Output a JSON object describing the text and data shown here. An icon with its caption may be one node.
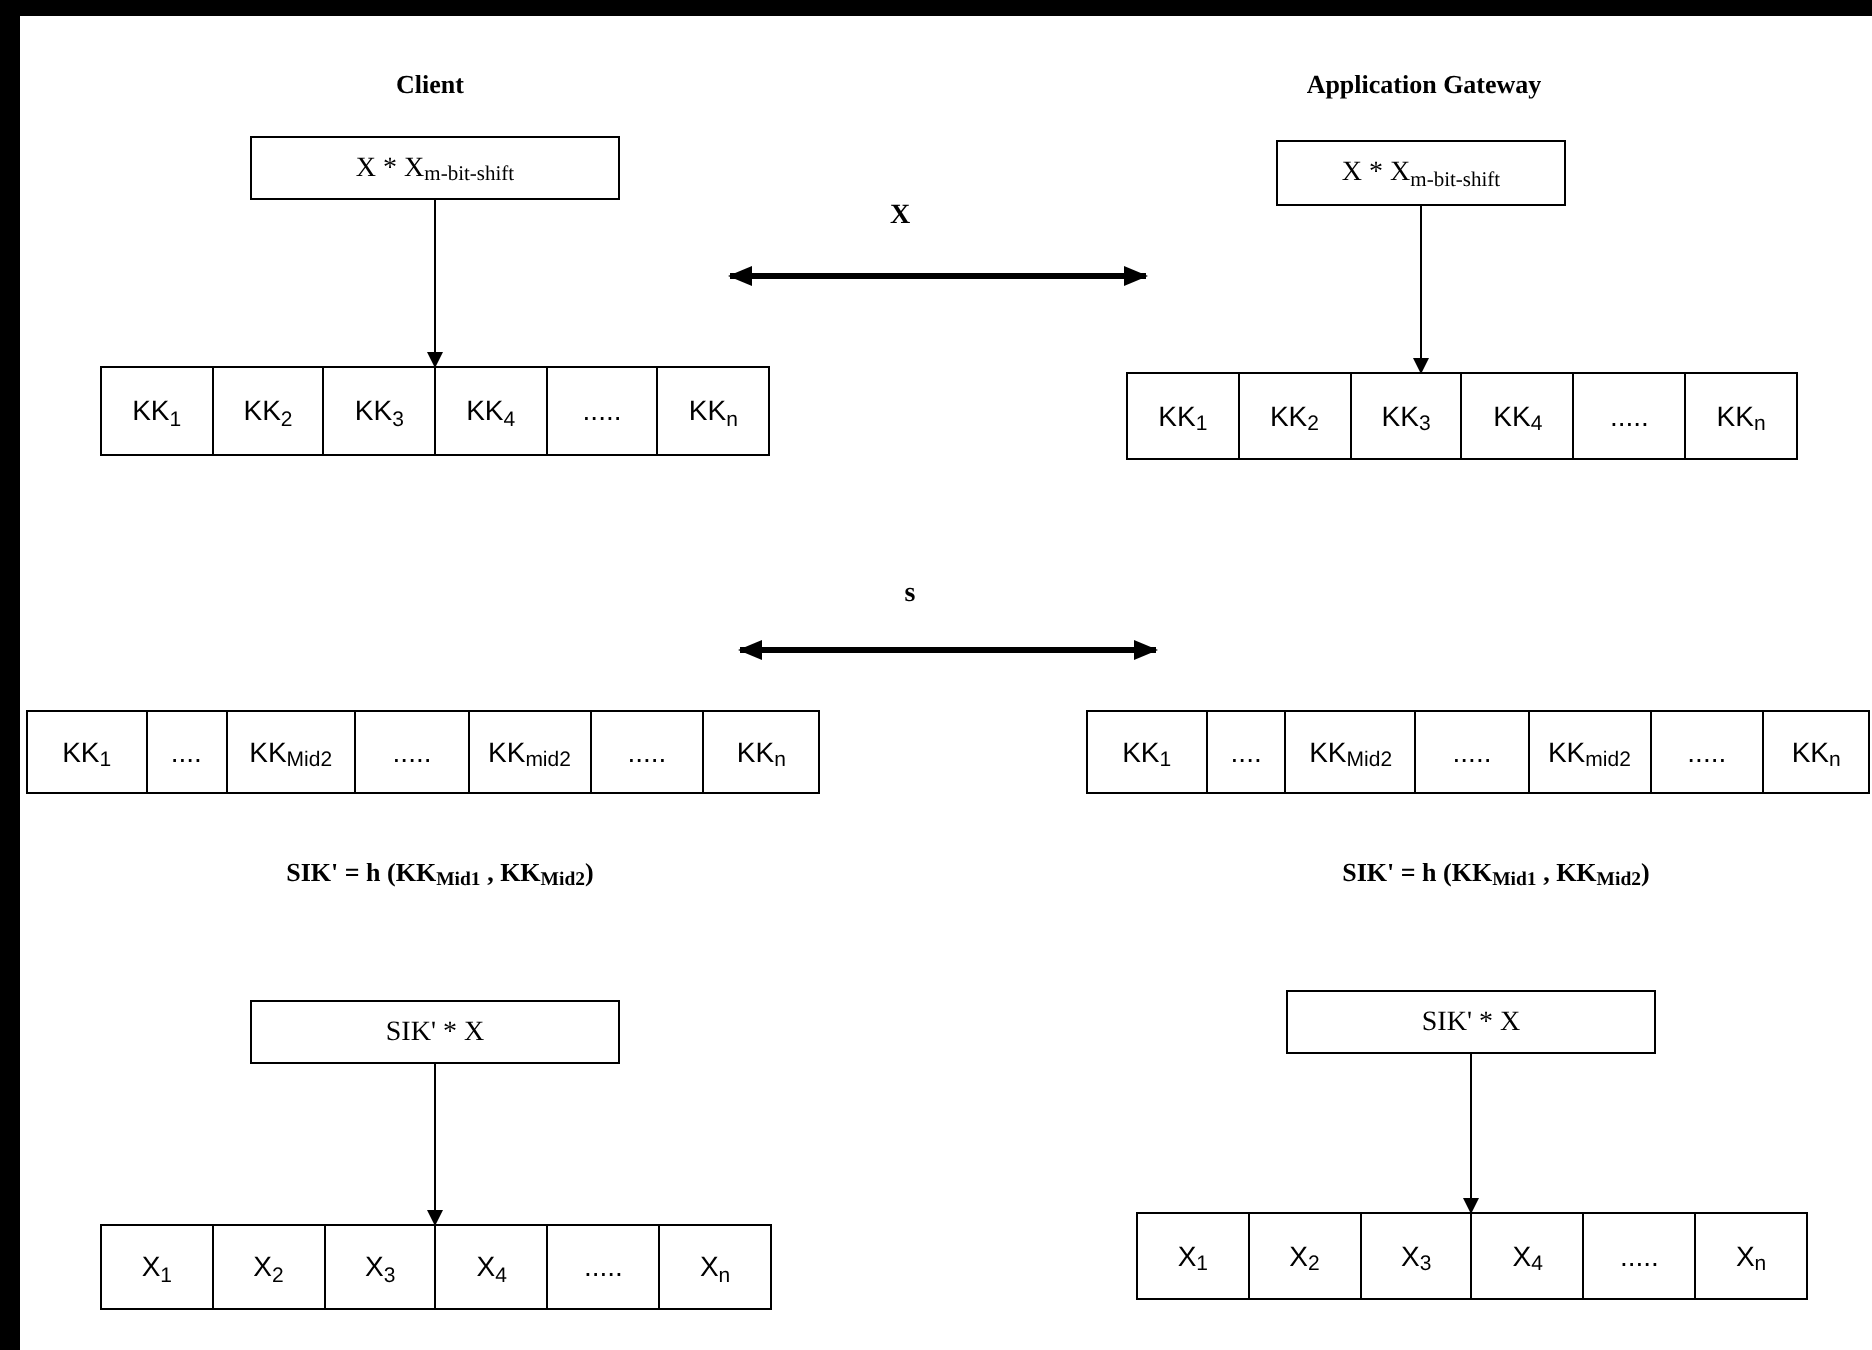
{
  "diagram": {
    "nodes": [
      {
        "text": [
          "X * X$_{m-bit-shift}$"
        ]
      },
      {
        "text": [
          "X * X$_{m-bit-shift}$"
        ]
      },
      {
        "text": [
          "KK$_{1}$",
          "KK$_{2}$",
          "KK$_{3}$",
          "KK$_{4}$",
          ".....",
          "KK$_{n}$"
        ]
      },
      {
        "text": [
          "KK$_{1}$",
          "KK$_{2}$",
          "KK$_{3}$",
          "KK$_{4}$",
          ".....",
          "KK$_{n}$"
        ]
      },
      {
        "text": [
          "KK$_{1}$",
          "....",
          "KK$_{Mid2}$",
          ".....",
          "KK$_{mid2}$",
          ".....",
          "KK$_{n}$"
        ]
      },
      {
        "text": [
          "KK$_{1}$",
          "....",
          "KK$_{Mid2}$",
          ".....",
          "KK$_{mid2}$",
          ".....",
          "KK$_{n}$"
        ]
      },
      {
        "text": [
          "SIK' * X"
        ]
      },
      {
        "text": [
          "SIK' * X"
        ]
      },
      {
        "text": [
          "X$_{1}$",
          "X$_{2}$",
          "X$_{3}$",
          "X$_{4}$",
          ".....",
          "X$_{n}$"
        ]
      },
      {
        "text": [
          "X$_{1}$",
          "X$_{2}$",
          "X$_{3}$",
          "X$_{4}$",
          ".....",
          "X$_{n}$"
        ]
      }
    ],
    "edges": [
      {
        "from": 0,
        "to": 2,
        "arrow": "to"
      },
      {
        "from": 1,
        "to": 3,
        "arrow": "to"
      },
      {
        "from": 6,
        "to": 8,
        "arrow": "to"
      },
      {
        "from": 7,
        "to": 9,
        "arrow": "to"
      }
    ],
    "labels": [
      "Client",
      "Application Gateway",
      "X",
      "s",
      "SIK' = h (KK$_{Mid1}$ , KK$_{Mid2}$)",
      "SIK' = h (KK$_{Mid1}$ , KK$_{Mid2}$)"
    ]
  }
}
